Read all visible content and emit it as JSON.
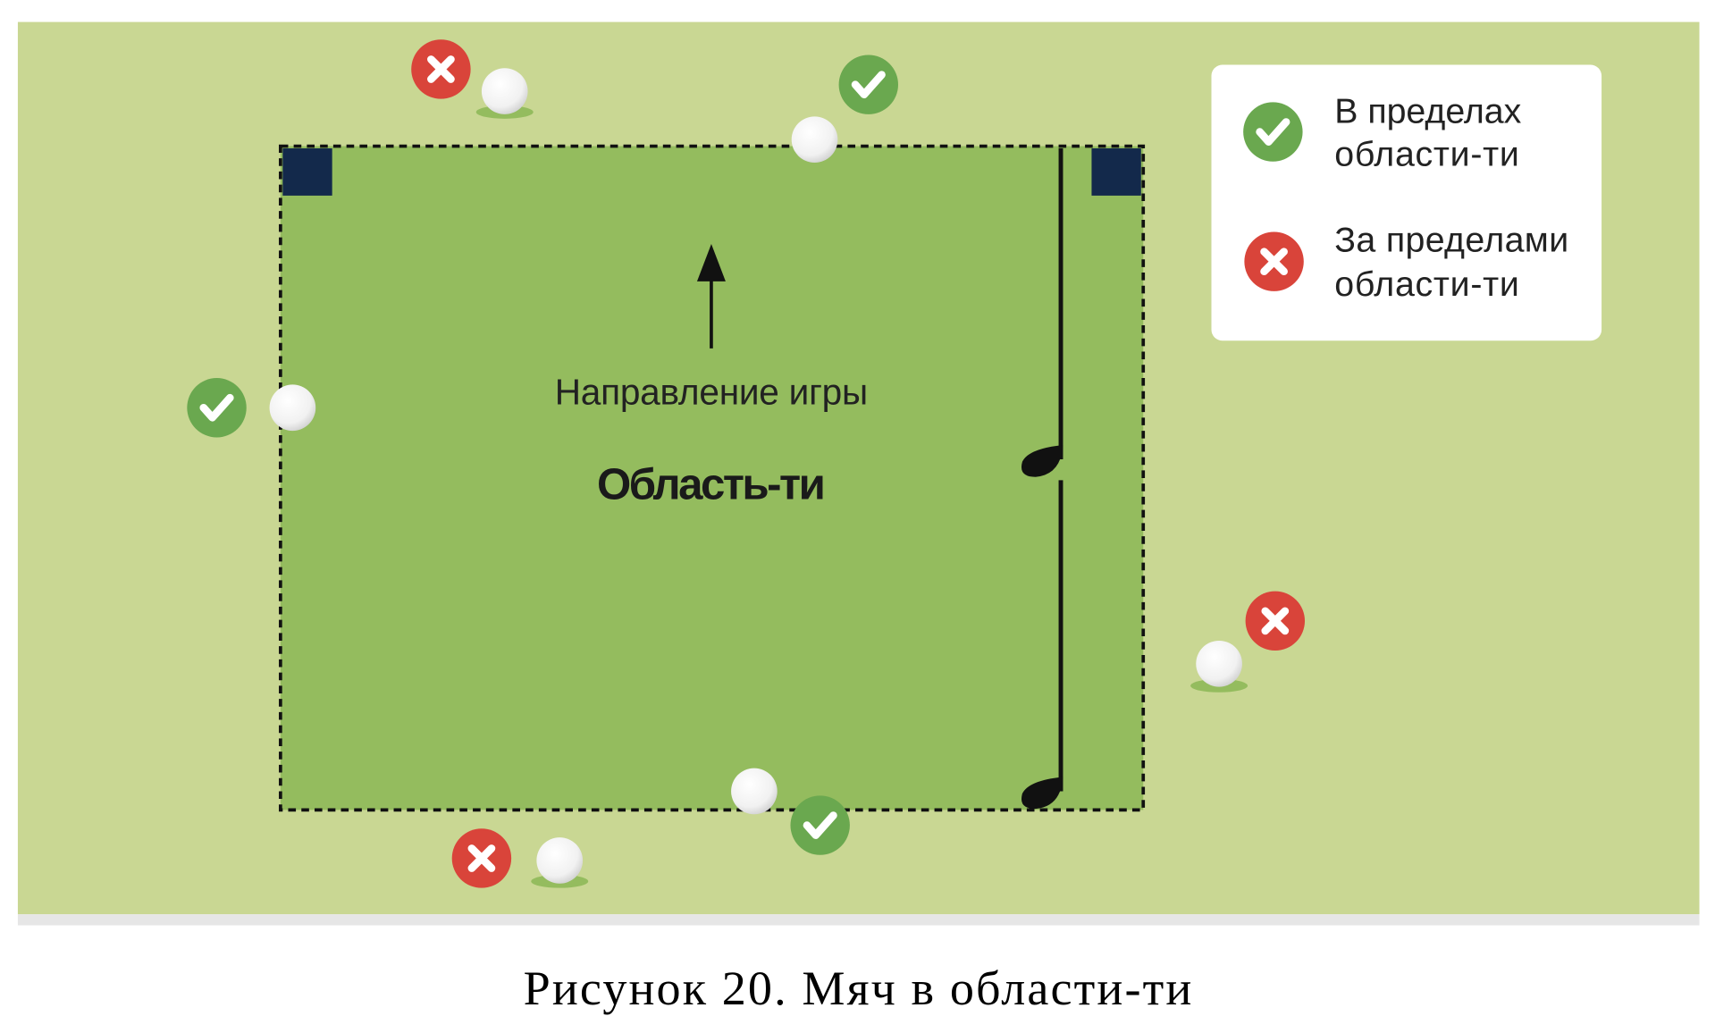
{
  "diagram": {
    "direction_label": "Направление игры",
    "area_label": "Область-ти",
    "legend": {
      "inside": {
        "line1": "В пределах",
        "line2": "области-ти",
        "icon": "check-icon"
      },
      "outside": {
        "line1": "За пределами",
        "line2": "области-ти",
        "icon": "cross-icon"
      }
    },
    "colors": {
      "field": "#c9d793",
      "tee_area": "#94bc5e",
      "marker": "#13294b",
      "inside": "#6aa84f",
      "outside": "#d9443a"
    }
  },
  "caption": "Рисунок 20. Мяч в области-ти"
}
